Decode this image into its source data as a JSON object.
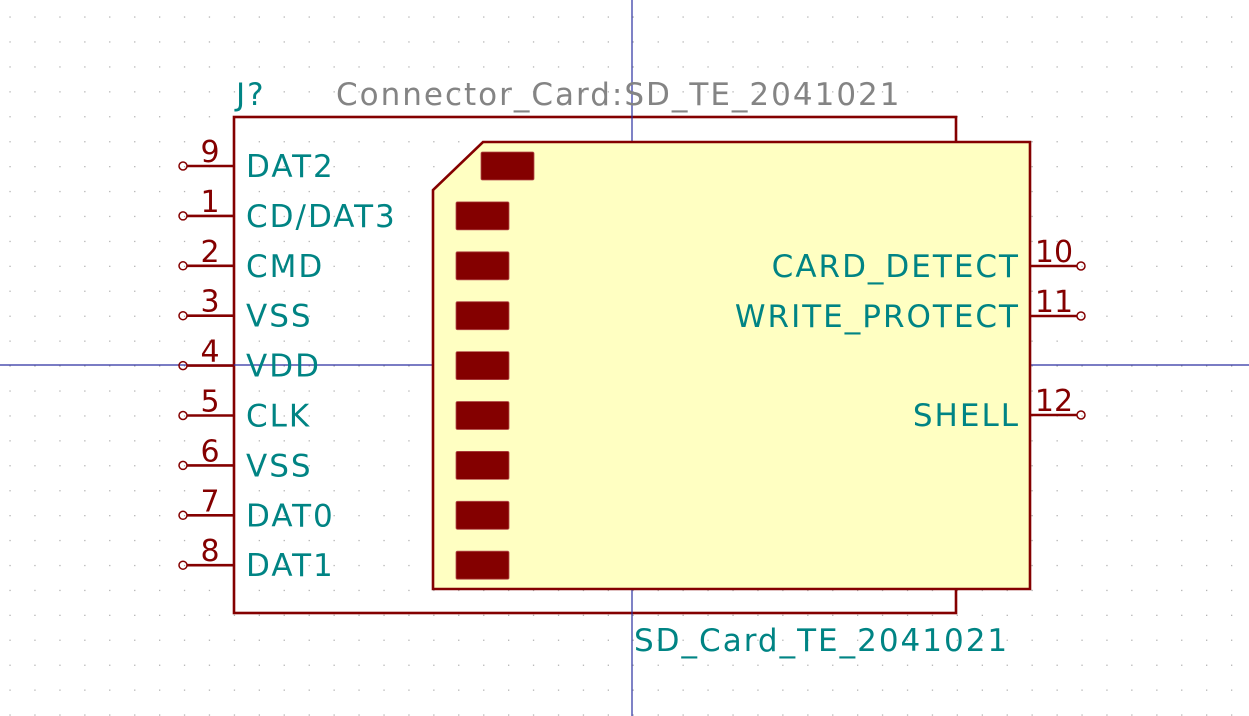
{
  "app": "KiCad Symbol Editor",
  "symbol": {
    "reference": "J?",
    "library_id": "Connector_Card:SD_TE_2041021",
    "value": "SD_Card_TE_2041021"
  },
  "colors": {
    "body_outline": "#840000",
    "card_fill": "#ffffc2",
    "pin_name": "#008484",
    "pin_number": "#840000",
    "library_text": "#848484",
    "crosshair": "#2a2fa0",
    "grid": "#b4b4b4",
    "background": "#ffffff"
  },
  "left_pins": [
    {
      "number": "9",
      "name": "DAT2"
    },
    {
      "number": "1",
      "name": "CD/DAT3"
    },
    {
      "number": "2",
      "name": "CMD"
    },
    {
      "number": "3",
      "name": "VSS"
    },
    {
      "number": "4",
      "name": "VDD"
    },
    {
      "number": "5",
      "name": "CLK"
    },
    {
      "number": "6",
      "name": "VSS"
    },
    {
      "number": "7",
      "name": "DAT0"
    },
    {
      "number": "8",
      "name": "DAT1"
    }
  ],
  "right_pins": [
    {
      "number": "10",
      "name": "CARD_DETECT"
    },
    {
      "number": "11",
      "name": "WRITE_PROTECT"
    },
    {
      "number": "12",
      "name": "SHELL"
    }
  ],
  "card_contacts": {
    "count": 9
  }
}
